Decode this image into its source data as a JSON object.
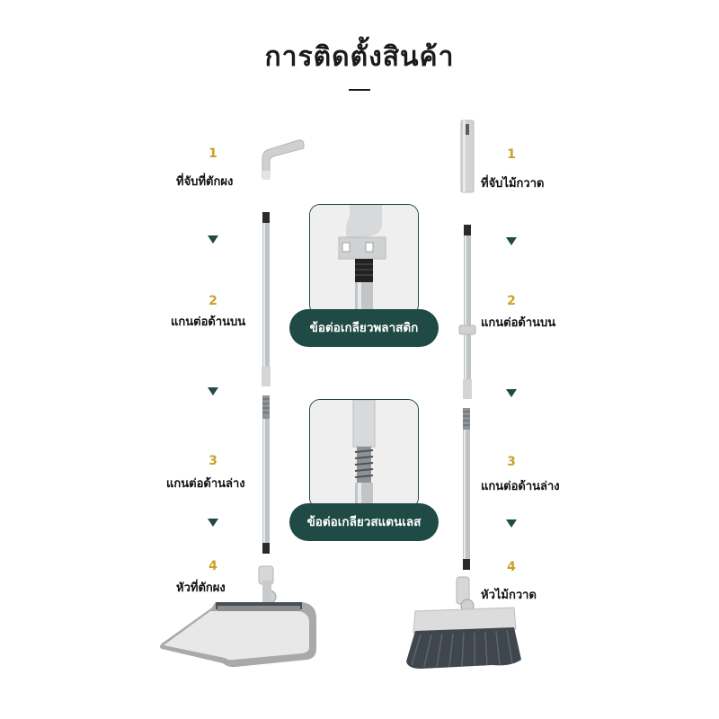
{
  "title": "การติดตั้งสินค้า",
  "colors": {
    "accent": "#1f4a45",
    "step_number": "#c9a227",
    "metal": "#b8bcc0",
    "plastic": "#d9dadb",
    "bristle": "#3f464d"
  },
  "left_column": {
    "steps": [
      {
        "number": "1",
        "label": "ที่จับที่ตักผง"
      },
      {
        "number": "2",
        "label": "แกนต่อด้านบน"
      },
      {
        "number": "3",
        "label": "แกนต่อด้านล่าง"
      },
      {
        "number": "4",
        "label": "หัวที่ตักผง"
      }
    ]
  },
  "right_column": {
    "steps": [
      {
        "number": "1",
        "label": "ที่จับไม้กวาด"
      },
      {
        "number": "2",
        "label": "แกนต่อด้านบน"
      },
      {
        "number": "3",
        "label": "แกนต่อด้านล่าง"
      },
      {
        "number": "4",
        "label": "หัวไม้กวาด"
      }
    ]
  },
  "details": [
    {
      "label": "ข้อต่อเกลียวพลาสติก"
    },
    {
      "label": "ข้อต่อเกลียวสแตนเลส"
    }
  ]
}
